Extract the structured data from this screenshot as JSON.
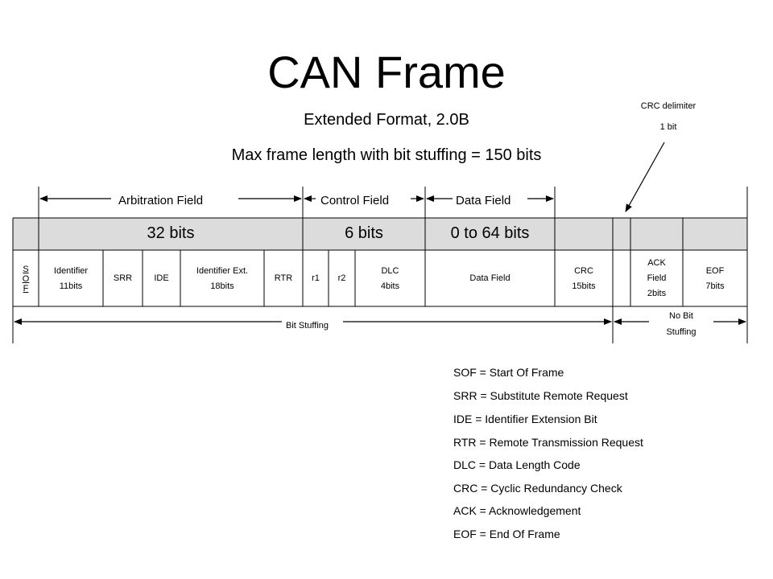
{
  "title": "CAN Frame",
  "subtitle": "Extended Format, 2.0B",
  "max_length": "Max frame length with bit stuffing = 150 bits",
  "crc_delimiter": {
    "label": "CRC delimiter",
    "bits": "1 bit"
  },
  "fields": {
    "arbitration": "Arbitration Field",
    "control": "Control Field",
    "data": "Data Field"
  },
  "bits_row": {
    "arbitration": "32 bits",
    "control": "6 bits",
    "data": "0 to 64 bits"
  },
  "cells": {
    "sof": [
      "S",
      "O",
      "F"
    ],
    "identifier": [
      "Identifier",
      "11bits"
    ],
    "srr": "SRR",
    "ide": "IDE",
    "identifier_ext": [
      "Identifier Ext.",
      "18bits"
    ],
    "rtr": "RTR",
    "r1": "r1",
    "r2": "r2",
    "dlc": [
      "DLC",
      "4bits"
    ],
    "data_field": "Data Field",
    "crc": [
      "CRC",
      "15bits"
    ],
    "ack": [
      "ACK",
      "Field",
      "2bits"
    ],
    "eof": [
      "EOF",
      "7bits"
    ]
  },
  "stuffing": {
    "bit_stuffing": "Bit Stuffing",
    "no_bit_stuffing": [
      "No Bit",
      "Stuffing"
    ]
  },
  "legend": [
    "SOF = Start Of Frame",
    "SRR = Substitute Remote Request",
    "IDE = Identifier Extension Bit",
    "RTR = Remote Transmission Request",
    "DLC = Data Length Code",
    "CRC = Cyclic Redundancy Check",
    "ACK = Acknowledgement",
    "EOF = End Of Frame"
  ],
  "colors": {
    "bits_row_fill": "#dcdcdc",
    "line": "#000000"
  }
}
